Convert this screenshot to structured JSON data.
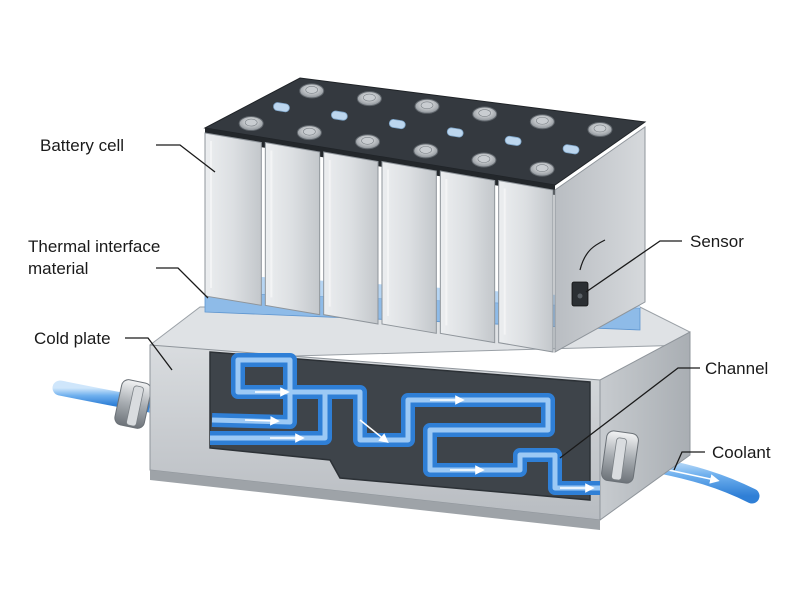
{
  "labels": {
    "battery_cell": "Battery cell",
    "tim_line1": "Thermal interface",
    "tim_line2": "material",
    "cold_plate": "Cold plate",
    "sensor": "Sensor",
    "channel": "Channel",
    "coolant": "Coolant"
  },
  "colors": {
    "coolant_blue": "#3a8ee6",
    "coolant_light": "#9cc9f5",
    "metal_light": "#e6e8eb",
    "metal_mid": "#c6cace",
    "metal_dark": "#8f959b",
    "cell_top": "#34393f",
    "tim_blue": "#8ebbe8"
  }
}
